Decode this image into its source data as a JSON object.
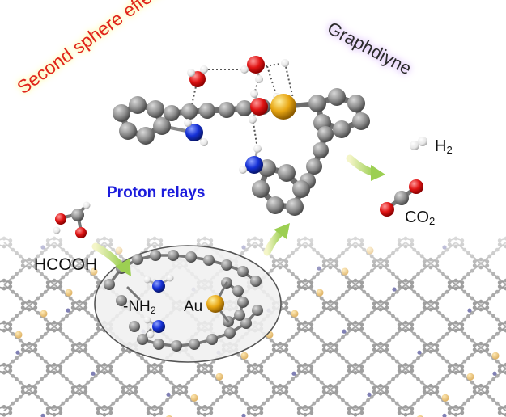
{
  "labels": {
    "second_sphere": "Second sphere effect",
    "graphdiyne": "Graphdiyne",
    "proton_relays": "Proton relays",
    "h2_main": "H",
    "h2_sub": "2",
    "co2_main": "CO",
    "co2_sub": "2",
    "hcooh": "HCOOH",
    "nh2_main": "-NH",
    "nh2_sub": "2",
    "au": "Au"
  },
  "colors": {
    "carbon": "#8c8c8c",
    "oxygen": "#e01414",
    "nitrogen": "#1530d6",
    "hydrogen": "#f2f2f2",
    "gold": "#e8a612",
    "second_sphere_text": "#e0241b",
    "graphdiyne_glow": "#d7b8f5",
    "proton_relays_text": "#1c1cdc",
    "arrow": "#b3d66a"
  }
}
